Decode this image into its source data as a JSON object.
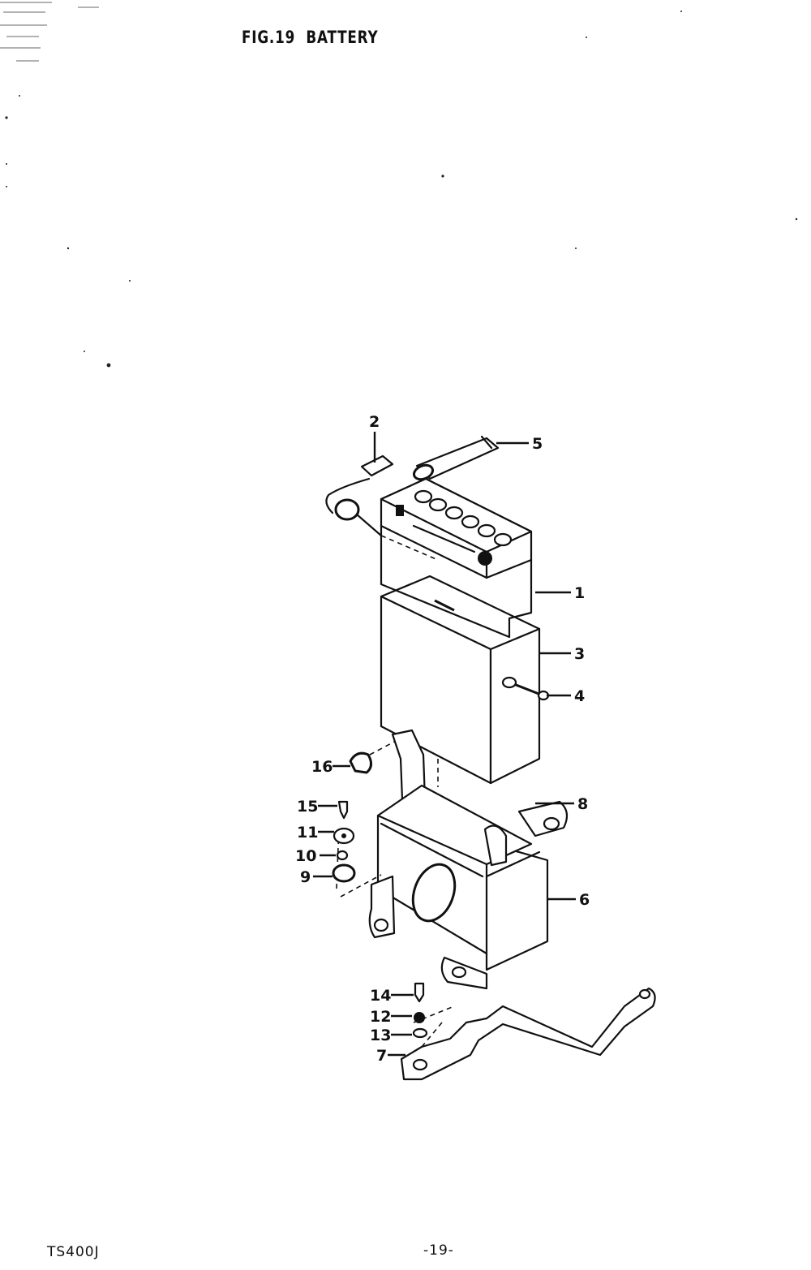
{
  "figure": {
    "title": "FIG.19  BATTERY"
  },
  "footer": {
    "model": "TS400J",
    "page_number": "-19-"
  },
  "callouts": {
    "c1": "1",
    "c2": "2",
    "c3": "3",
    "c4": "4",
    "c5": "5",
    "c6": "6",
    "c7": "7",
    "c8": "8",
    "c9": "9",
    "c10": "10",
    "c11": "11",
    "c12": "12",
    "c13": "13",
    "c14": "14",
    "c15": "15",
    "c16": "16"
  }
}
